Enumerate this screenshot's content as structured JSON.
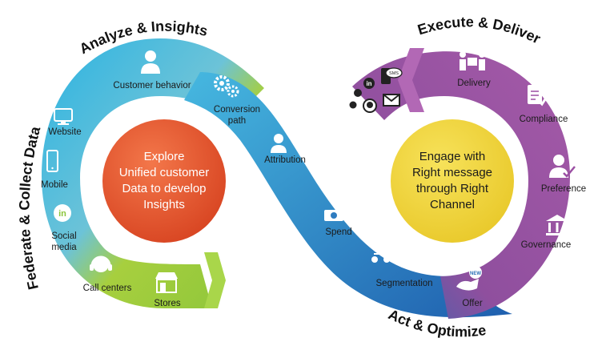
{
  "stages": {
    "federate": "Federate & Collect Data",
    "analyze": "Analyze & Insights",
    "execute": "Execute & Deliver",
    "act": "Act & Optimize"
  },
  "center_left": [
    "Explore",
    "Unified customer",
    "Data to develop",
    "Insights"
  ],
  "center_right": [
    "Engage with",
    "Right message",
    "through Right",
    "Channel"
  ],
  "items": {
    "website": "Website",
    "mobile": "Mobile",
    "social_media": [
      "Social",
      "media"
    ],
    "call_centers": "Call centers",
    "stores": "Stores",
    "customer_behavior": "Customer behavior",
    "conversion_path": [
      "Conversion",
      "path"
    ],
    "attribution": "Attribution",
    "spend": "Spend",
    "segmentation": "Segmentation",
    "offer": "Offer",
    "delivery": "Delivery",
    "compliance": "Compliance",
    "preference": "Preference",
    "governance": "Governance"
  },
  "icon_text": {
    "sms": "SMS",
    "linkedin": "in",
    "new": "NEW"
  },
  "colors": {
    "green": "#9cc936",
    "cyan": "#3fb6df",
    "blue": "#2a6fb6",
    "purple": "#9b4fa3",
    "orange": "#e6532b",
    "yellow": "#f3d63a"
  }
}
